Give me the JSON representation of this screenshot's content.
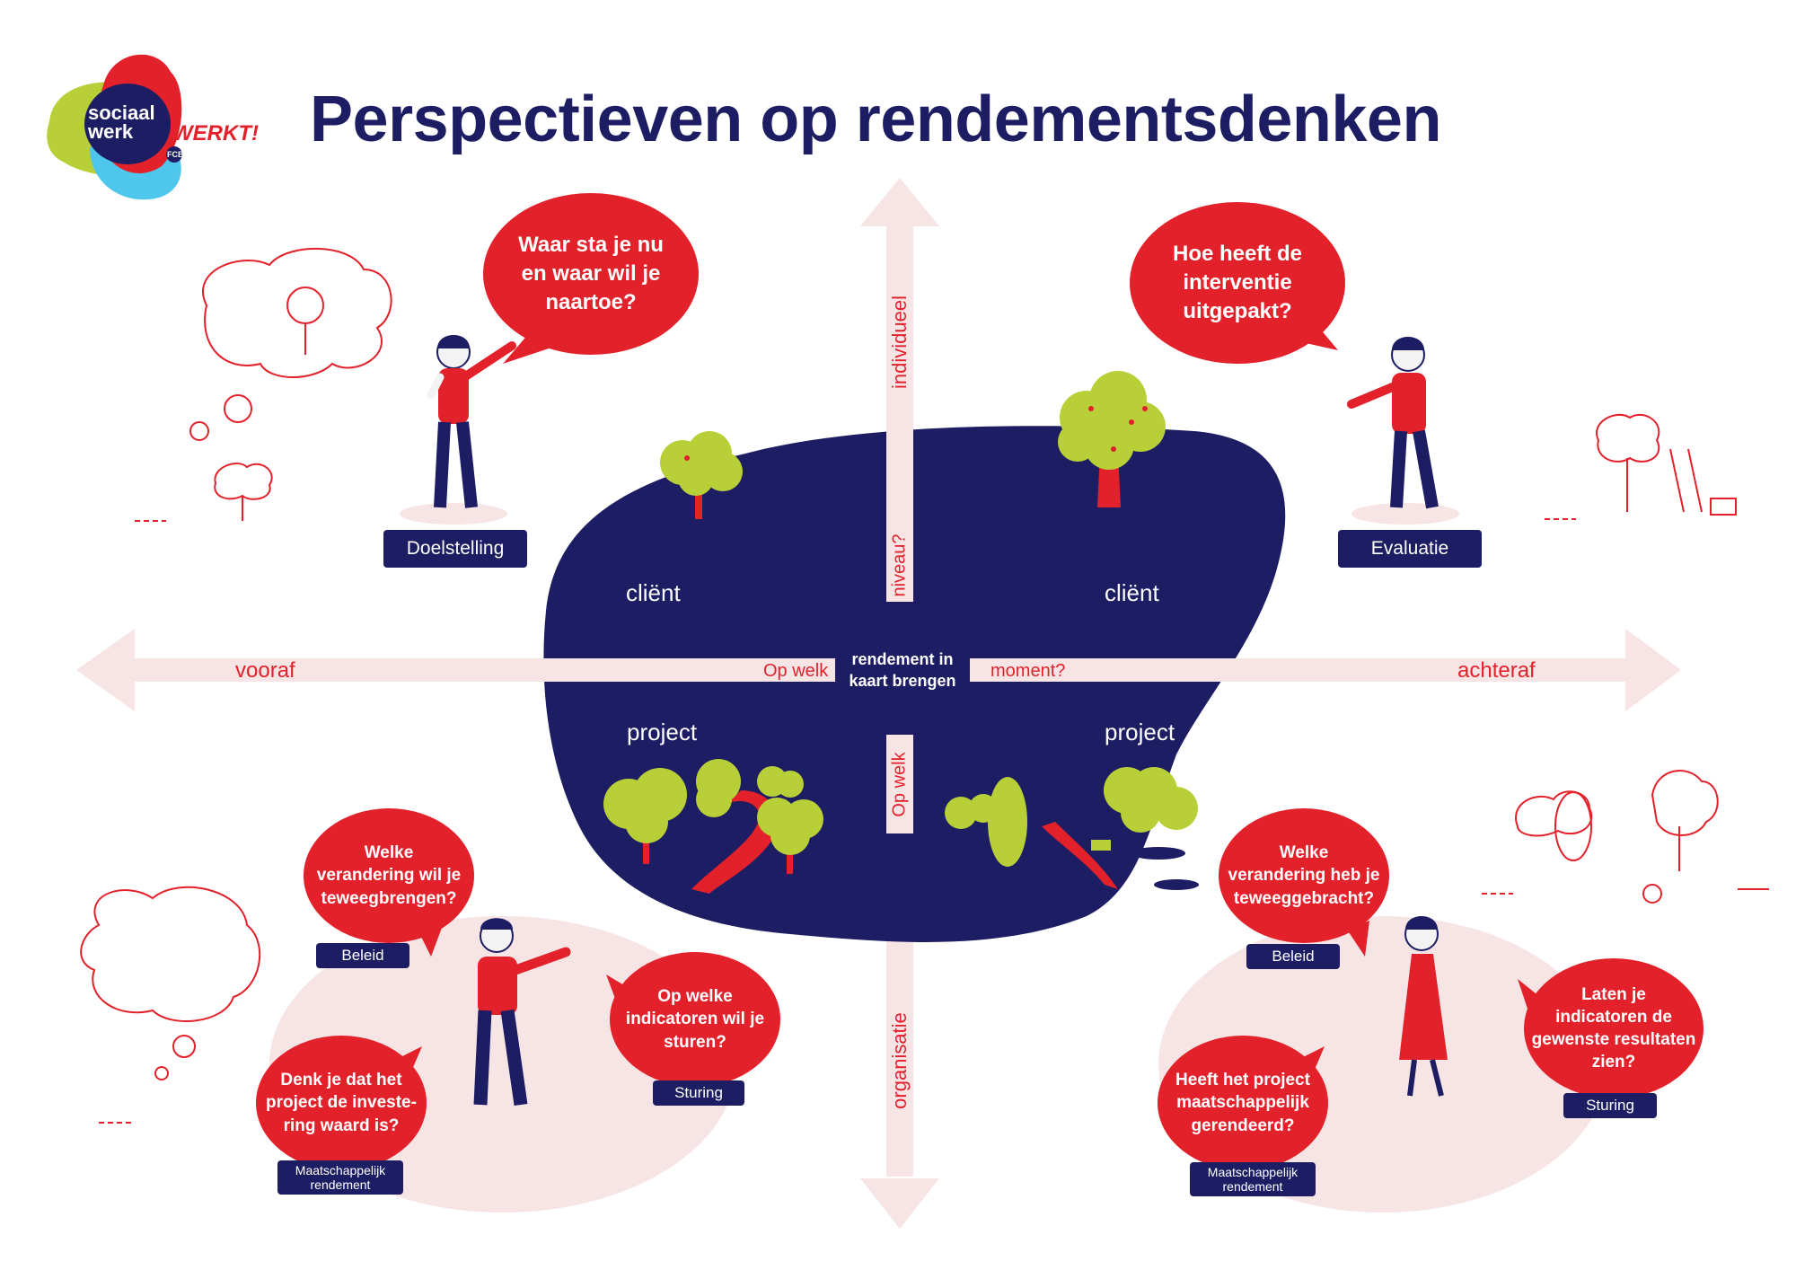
{
  "title": "Perspectieven op rendementsdenken",
  "logo": {
    "line1": "sociaal",
    "line2": "werk",
    "tagline": "WERKT!",
    "badge": "FCB"
  },
  "colors": {
    "navy": "#1d1d63",
    "red": "#e3212b",
    "green": "#b9cf38",
    "pink": "#f7e4e5"
  },
  "axes": {
    "left": "vooraf",
    "right": "achteraf",
    "top": "individueel",
    "bottom": "organisatie",
    "question_top": "niveau?",
    "question_bottom": "Op welk",
    "question_left": "Op welk",
    "question_right": "moment?",
    "center": "rendement in\nkaart brengen"
  },
  "quadrants": {
    "top_left": "cliënt",
    "top_right": "cliënt",
    "bottom_left": "project",
    "bottom_right": "project"
  },
  "bubbles": {
    "top_left": "Waar sta je nu\nen waar wil je\nnaartoe?",
    "top_right": "Hoe heeft de\ninterventie\nuitgepakt?",
    "bl_beleid": "Welke\nverandering wil je\nteweegbrengen?",
    "bl_sturing": "Op welke\nindicatoren wil je\nsturen?",
    "bl_maatschappelijk": "Denk je dat het\nproject de investe-\nring waard is?",
    "br_beleid": "Welke\nverandering heb je\nteweeggebracht?",
    "br_sturing": "Laten je\nindicatoren de\ngewenste resultaten\nzien?",
    "br_maatschappelijk": "Heeft het project\nmaatschappelijk\ngerendeerd?"
  },
  "labels": {
    "doelstelling": "Doelstelling",
    "evaluatie": "Evaluatie",
    "bl_beleid": "Beleid",
    "bl_sturing": "Sturing",
    "bl_maatschappelijk": "Maatschappelijk\nrendement",
    "br_beleid": "Beleid",
    "br_sturing": "Sturing",
    "br_maatschappelijk": "Maatschappelijk\nrendement"
  },
  "icons": [
    "logo-mark",
    "arrow-left-icon",
    "arrow-right-icon",
    "arrow-up-icon",
    "arrow-down-icon",
    "tree-icon",
    "person-icon",
    "thought-cloud-icon"
  ]
}
